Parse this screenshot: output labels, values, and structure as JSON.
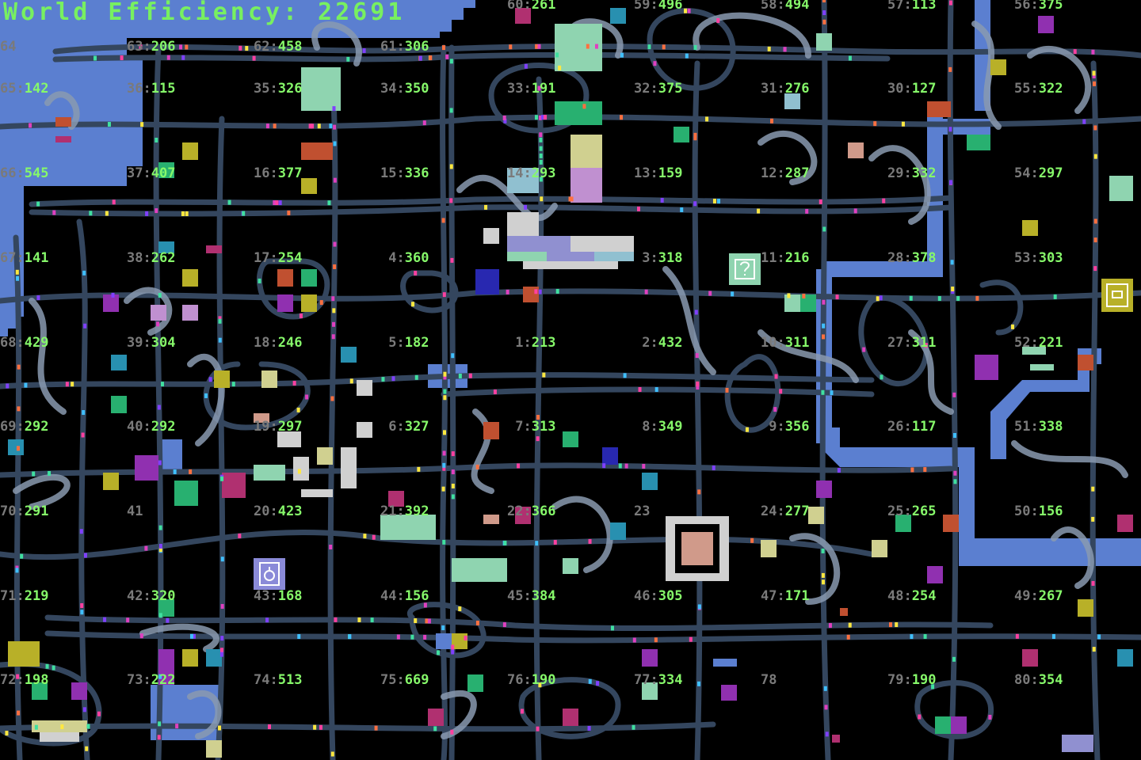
{
  "header": {
    "label": "World Efficiency:",
    "value": "22691"
  },
  "colors": {
    "water": "#5b7fd0",
    "road": "#34465e",
    "bridge": "#8a9ab0",
    "zone_id": "#7a7a7a",
    "score": "#86f86a",
    "background": "#000000"
  },
  "zones": {
    "top_row": [
      null,
      null,
      null,
      null,
      {
        "id": "60",
        "score": "261"
      },
      {
        "id": "59",
        "score": "496"
      },
      {
        "id": "58",
        "score": "494"
      },
      {
        "id": "57",
        "score": "113"
      },
      {
        "id": "56",
        "score": "375"
      }
    ],
    "second_row": [
      {
        "id": "64",
        "score": null
      },
      {
        "id": "63",
        "score": "206"
      },
      {
        "id": "62",
        "score": "458"
      },
      {
        "id": "61",
        "score": "306"
      }
    ],
    "rows": [
      [
        {
          "id": "65",
          "score": "142"
        },
        {
          "id": "36",
          "score": "115"
        },
        {
          "id": "35",
          "score": "326"
        },
        {
          "id": "34",
          "score": "350"
        },
        {
          "id": "33",
          "score": "191"
        },
        {
          "id": "32",
          "score": "375"
        },
        {
          "id": "31",
          "score": "276"
        },
        {
          "id": "30",
          "score": "127"
        },
        {
          "id": "55",
          "score": "322"
        }
      ],
      [
        {
          "id": "66",
          "score": "545"
        },
        {
          "id": "37",
          "score": "407"
        },
        {
          "id": "16",
          "score": "377"
        },
        {
          "id": "15",
          "score": "336"
        },
        {
          "id": "14",
          "score": "293"
        },
        {
          "id": "13",
          "score": "159"
        },
        {
          "id": "12",
          "score": "287"
        },
        {
          "id": "29",
          "score": "332"
        },
        {
          "id": "54",
          "score": "297"
        }
      ],
      [
        {
          "id": "67",
          "score": "141"
        },
        {
          "id": "38",
          "score": "262"
        },
        {
          "id": "17",
          "score": "254"
        },
        {
          "id": "4",
          "score": "360"
        },
        null,
        {
          "id": "3",
          "score": "318"
        },
        {
          "id": "11",
          "score": "216"
        },
        {
          "id": "28",
          "score": "378"
        },
        {
          "id": "53",
          "score": "303"
        }
      ],
      [
        {
          "id": "68",
          "score": "429"
        },
        {
          "id": "39",
          "score": "304"
        },
        {
          "id": "18",
          "score": "246"
        },
        {
          "id": "5",
          "score": "182"
        },
        {
          "id": "1",
          "score": "213"
        },
        {
          "id": "2",
          "score": "432"
        },
        {
          "id": "10",
          "score": "311"
        },
        {
          "id": "27",
          "score": "311"
        },
        {
          "id": "52",
          "score": "221"
        }
      ],
      [
        {
          "id": "69",
          "score": "292"
        },
        {
          "id": "40",
          "score": "292"
        },
        {
          "id": "19",
          "score": "297"
        },
        {
          "id": "6",
          "score": "327"
        },
        {
          "id": "7",
          "score": "313"
        },
        {
          "id": "8",
          "score": "349"
        },
        {
          "id": "9",
          "score": "356"
        },
        {
          "id": "26",
          "score": "117"
        },
        {
          "id": "51",
          "score": "338"
        }
      ],
      [
        {
          "id": "70",
          "score": "291"
        },
        {
          "id": "41",
          "score": null
        },
        {
          "id": "20",
          "score": "423"
        },
        {
          "id": "21",
          "score": "392"
        },
        {
          "id": "22",
          "score": "366"
        },
        {
          "id": "23",
          "score": null
        },
        {
          "id": "24",
          "score": "277"
        },
        {
          "id": "25",
          "score": "265"
        },
        {
          "id": "50",
          "score": "156"
        }
      ],
      [
        {
          "id": "71",
          "score": "219"
        },
        {
          "id": "42",
          "score": "320"
        },
        {
          "id": "43",
          "score": "168"
        },
        {
          "id": "44",
          "score": "156"
        },
        {
          "id": "45",
          "score": "384"
        },
        {
          "id": "46",
          "score": "305"
        },
        {
          "id": "47",
          "score": "171"
        },
        {
          "id": "48",
          "score": "254"
        },
        {
          "id": "49",
          "score": "267"
        }
      ],
      [
        {
          "id": "72",
          "score": "198"
        },
        {
          "id": "73",
          "score": "222"
        },
        {
          "id": "74",
          "score": "513"
        },
        {
          "id": "75",
          "score": "669"
        },
        {
          "id": "76",
          "score": "190"
        },
        {
          "id": "77",
          "score": "334"
        },
        {
          "id": "78",
          "score": null
        },
        {
          "id": "79",
          "score": "190"
        },
        {
          "id": "80",
          "score": "354"
        }
      ]
    ]
  },
  "icons": [
    "question-block-icon",
    "stopwatch-icon",
    "car-sign-icon"
  ]
}
